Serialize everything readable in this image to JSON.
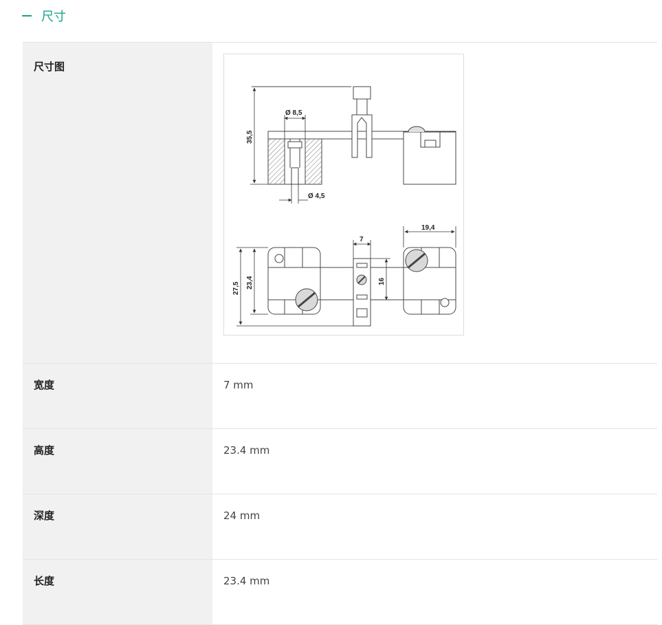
{
  "section": {
    "title": "尺寸"
  },
  "rows": [
    {
      "label": "尺寸图",
      "value": ""
    },
    {
      "label": "宽度",
      "value": "7 mm"
    },
    {
      "label": "高度",
      "value": "23.4 mm"
    },
    {
      "label": "深度",
      "value": "24 mm"
    },
    {
      "label": "长度",
      "value": "23.4 mm"
    }
  ],
  "diagram": {
    "labels": {
      "d_large": "Ø 8,5",
      "d_small": "Ø 4,5",
      "h_total": "35,5",
      "w_top": "19,4",
      "w_center": "7",
      "h_center": "16",
      "h_outer": "27,5",
      "h_inner": "23,4"
    }
  }
}
